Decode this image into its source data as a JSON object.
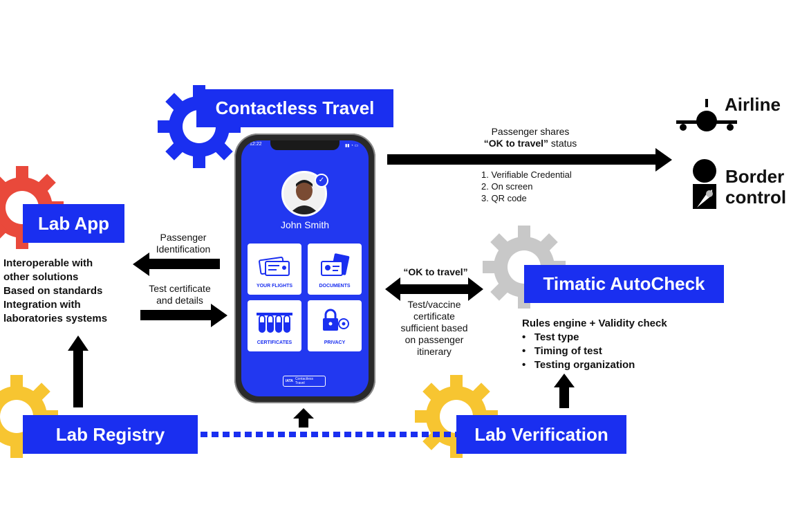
{
  "titles": {
    "contactless_travel": "Contactless Travel",
    "lab_app": "Lab App",
    "timatic": "Timatic AutoCheck",
    "lab_registry": "Lab Registry",
    "lab_verification": "Lab Verification"
  },
  "airline": "Airline",
  "border": {
    "line1": "Border",
    "line2": "control"
  },
  "share": {
    "line1": "Passenger shares",
    "ok": "“OK to travel”",
    "status": " status"
  },
  "share_list": [
    "1.  Verifiable Credential",
    "2.  On screen",
    "3.  QR code"
  ],
  "passenger_id": {
    "line1": "Passenger",
    "line2": "Identification"
  },
  "test_cert": {
    "line1": "Test certificate",
    "line2": "and details"
  },
  "lab_features": [
    "Interoperable with",
    "other solutions",
    "Based on standards",
    "Integration with",
    "laboratories systems"
  ],
  "ok_label": "“OK to travel”",
  "vaccine_note": [
    "Test/vaccine",
    "certificate",
    "sufficient based",
    "on passenger",
    "itinerary"
  ],
  "rules": {
    "title": "Rules engine + Validity check",
    "items": [
      "Test type",
      "Timing of test",
      "Testing organization"
    ]
  },
  "phone": {
    "time": "12:22",
    "user_name": "John Smith",
    "tiles": [
      "YOUR FLIGHTS",
      "DOCUMENTS",
      "CERTIFICATES",
      "PRIVACY"
    ],
    "footer_brand": "IATA",
    "footer_text": "Contactless Travel"
  },
  "colors": {
    "blue": "#1a2ff0",
    "gear_red": "#e9493b",
    "gear_yellow": "#f7c531",
    "gear_grey": "#c8c8c8",
    "gear_blue": "#1a2ff0"
  }
}
